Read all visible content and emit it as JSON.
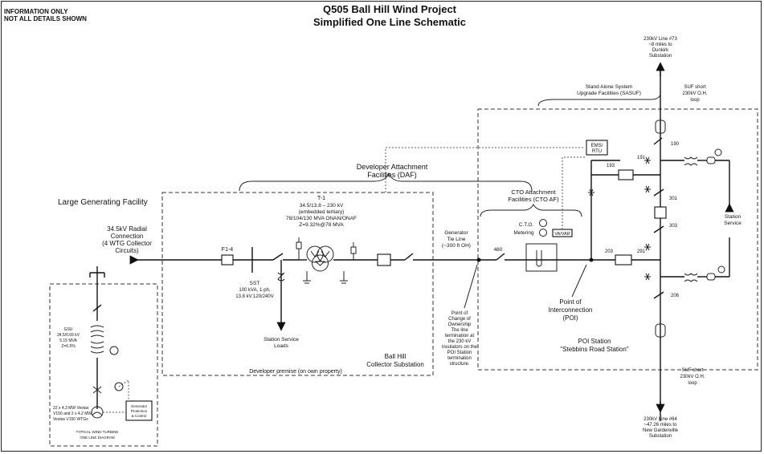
{
  "header": {
    "note_line1": "INFORMATION ONLY",
    "note_line2": "NOT ALL DETAILS SHOWN",
    "title_line1": "Q505 Ball Hill Wind Project",
    "title_line2": "Simplified One Line Schematic"
  },
  "left": {
    "lgf": "Large Generating Facility",
    "collector_1": "34.5kV Radial",
    "collector_2": "Connection",
    "collector_3": "(4 WTG Collector",
    "collector_4": "Circuits)"
  },
  "daf": {
    "line1": "Developer Attachment",
    "line2": "Facilities (DAF)"
  },
  "wtg": {
    "gsu_1": "GSU",
    "gsu_2": "34.5/0.69 kV",
    "gsu_3": "5.15 MVA",
    "gsu_4": "Z=6.5%",
    "unit_1": "22 x 4.3 MW Vestas",
    "unit_2": "V150 and 2 x 4.2 MW",
    "unit_3": "Vestas V150 WTGs",
    "ctrl_1": "Generator",
    "ctrl_2": "Protection",
    "ctrl_3": "& Control",
    "typ_1": "TYPICAL WIND TURBINE",
    "typ_2": "ONE LINE DIAGRAM"
  },
  "substation": {
    "breaker": "F1-4",
    "xfmr_1": "T-1",
    "xfmr_2": "34.5/13.8 – 230 kV",
    "xfmr_3": "(embedded tertiary)",
    "xfmr_4": "78/104/130 MVA ONAN/ONAF",
    "xfmr_5": "Z=9.32%@78 MVA",
    "sst_1": "SST",
    "sst_2": "100 kVA, 1-ph,",
    "sst_3": "13.8 kV:120/240V",
    "ssl_1": "Station Service",
    "ssl_2": "Loads",
    "premise": "Developer premise (on own property)",
    "name_1": "Ball Hill",
    "name_2": "Collector Substation"
  },
  "tie": {
    "line1": "Generator",
    "line2": "Tie Line",
    "line3": "(~300 ft OH)"
  },
  "poco": {
    "l1": "Point of",
    "l2": "Change of",
    "l3": "Ownership",
    "l4": "The line",
    "l5": "termination at",
    "l6": "the 230 kV",
    "l7": "insulators on the",
    "l8": "POI Station",
    "l9": "termination",
    "l10": "structure."
  },
  "poi": {
    "cto_1": "CTO Attachment",
    "cto_2": "Facilities (CTO AF)",
    "ctom_1": "C.T.O.",
    "ctom_2": "Metering",
    "ems_1": "EMS/",
    "ems_2": "RTU",
    "varh": "VA/VAR",
    "sw_480": "480",
    "poi_1": "Point of",
    "poi_2": "Interconnection",
    "poi_3": "(POI)",
    "st_1": "POI Station",
    "st_2": "\"Stebbins Road Station\"",
    "b190": "190",
    "b191": "191",
    "b193": "193",
    "b301": "301",
    "b303": "303",
    "b203": "203",
    "b291": "291",
    "b206": "206",
    "ss_1": "Station",
    "ss_2": "Service"
  },
  "right": {
    "l73_1": "230kV Line #73",
    "l73_2": "~8 miles to",
    "l73_3": "Dunkirk",
    "l73_4": "Substation",
    "sasuf_1": "Stand Alone System",
    "sasuf_2": "Upgrade Facilities (SASUF)",
    "suf1_1": "SUF short",
    "suf1_2": "230kV O.H.",
    "suf1_3": "loop",
    "suf2_1": "SUF short",
    "suf2_2": "230kV O.H.",
    "suf2_3": "loop",
    "l64_1": "230kV Line #64",
    "l64_2": "~47.26 miles to",
    "l64_3": "New Gardenville",
    "l64_4": "Substation"
  }
}
